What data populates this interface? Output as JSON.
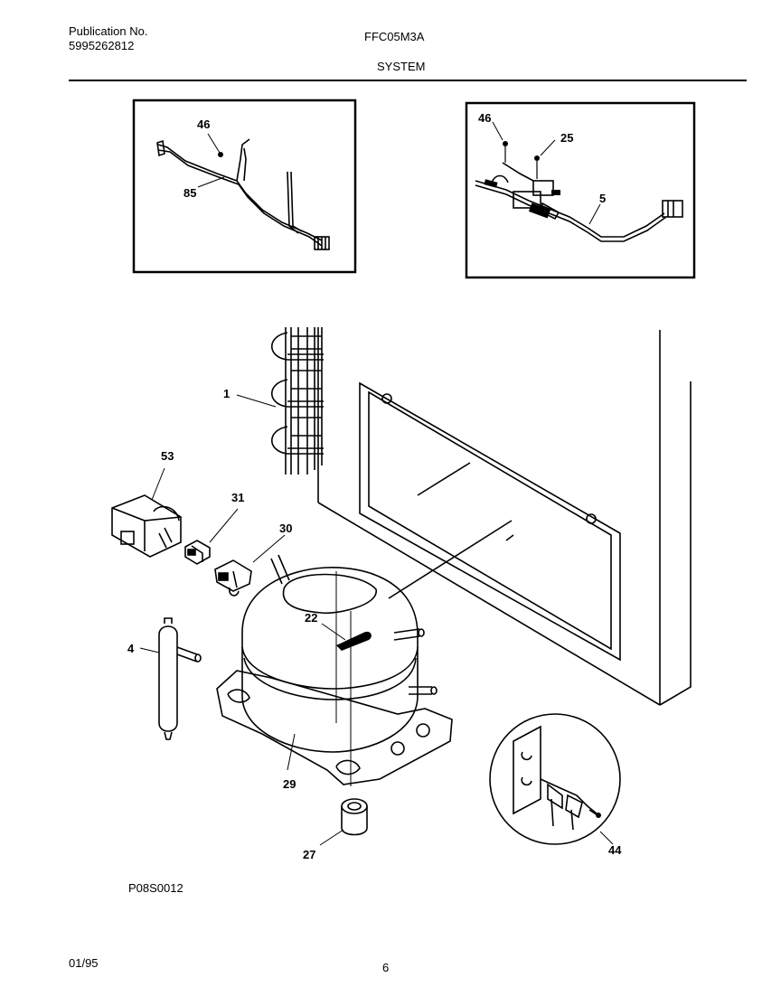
{
  "header": {
    "publication_label": "Publication No.",
    "publication_number": "5995262812",
    "model": "FFC05M3A",
    "section": "SYSTEM"
  },
  "callouts": {
    "c46_left": "46",
    "c85": "85",
    "c46_right": "46",
    "c25": "25",
    "c5": "5",
    "c1": "1",
    "c53": "53",
    "c31": "31",
    "c30": "30",
    "c22": "22",
    "c4": "4",
    "c29": "29",
    "c27": "27",
    "c44": "44"
  },
  "footer": {
    "drawing_code": "P08S0012",
    "date": "01/95",
    "page": "6"
  }
}
